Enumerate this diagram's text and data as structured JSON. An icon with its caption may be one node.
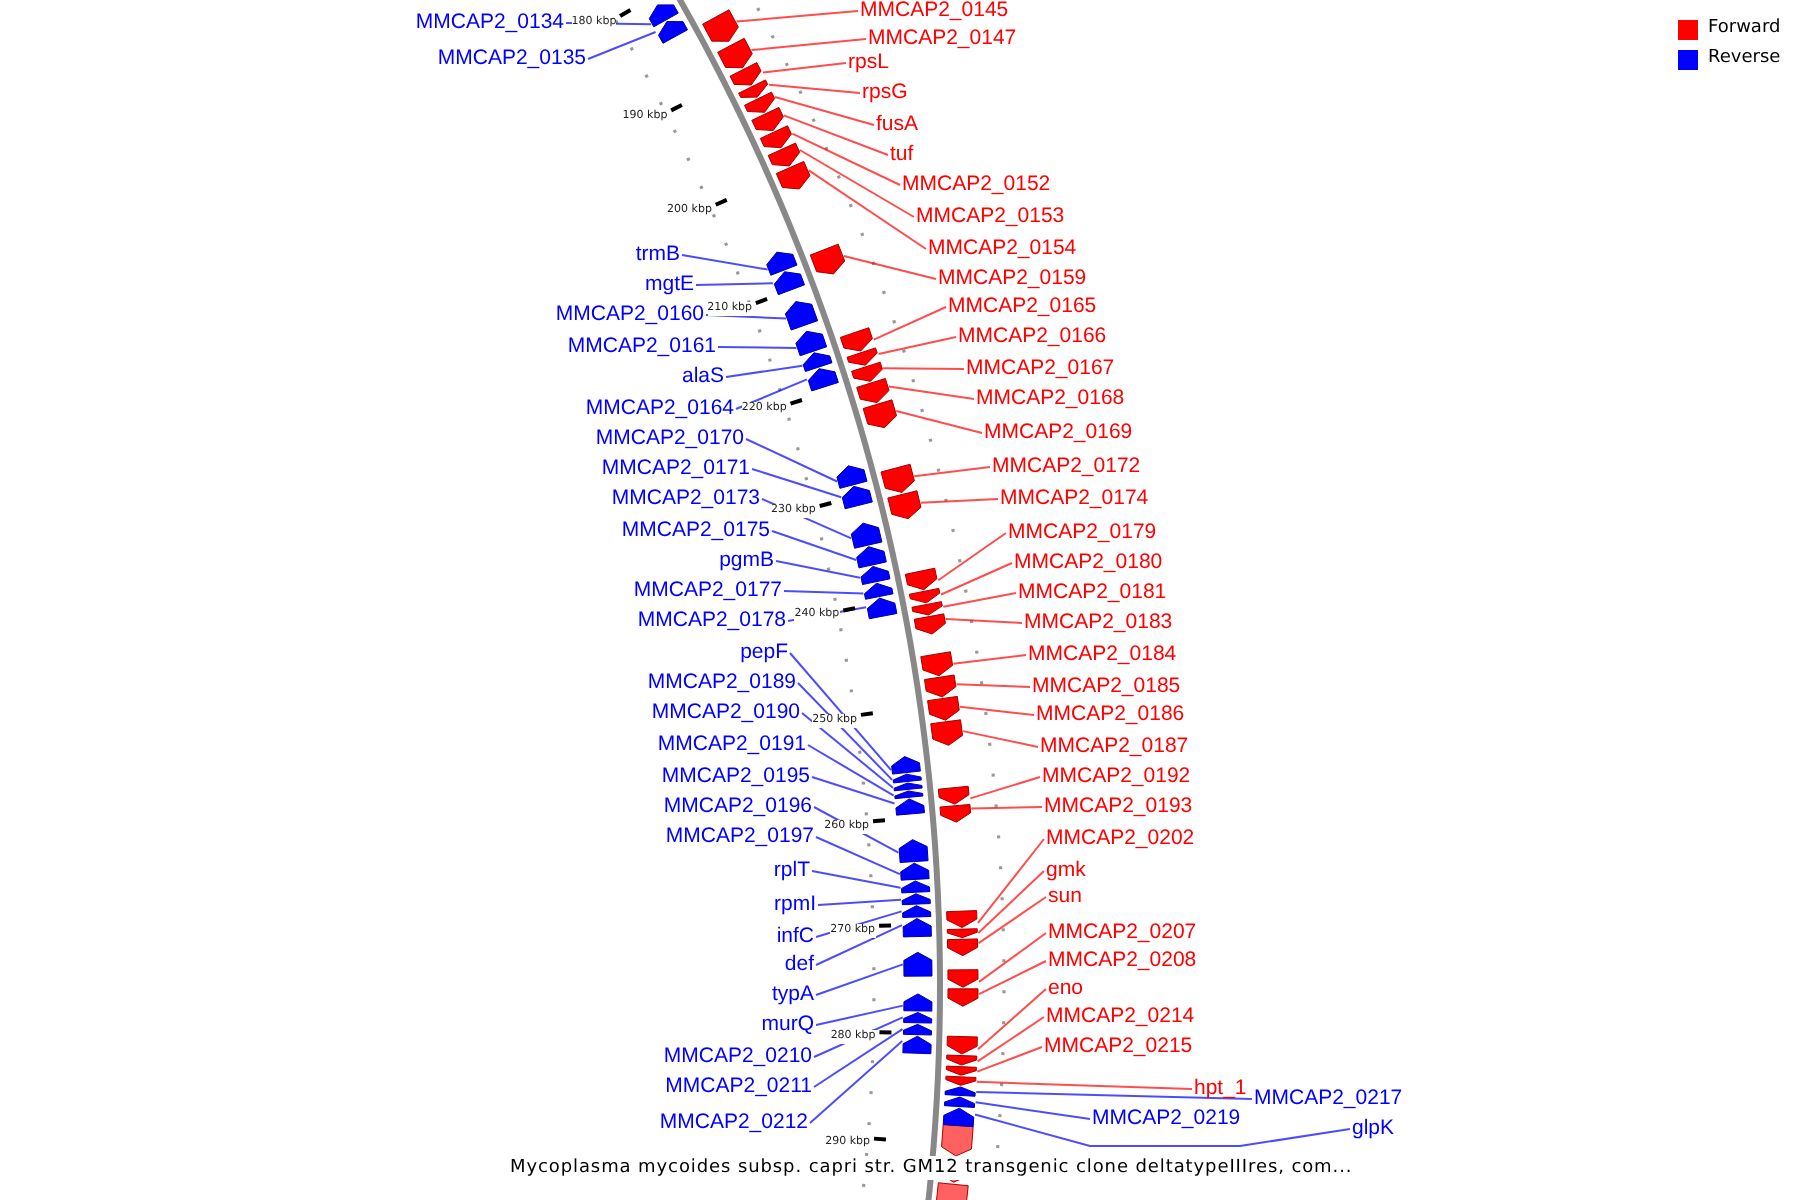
{
  "diagram": {
    "caption": "Mycoplasma mycoides subsp. capri str. GM12 transgenic clone deltatypeIIIres, com...",
    "nodes": [
      {
        "text": [
          "MMCAP2_0134"
        ]
      },
      {
        "text": [
          "MMCAP2_0135"
        ]
      },
      {
        "text": [
          "trmB"
        ]
      },
      {
        "text": [
          "mgtE"
        ]
      },
      {
        "text": [
          "MMCAP2_0160"
        ]
      },
      {
        "text": [
          "MMCAP2_0161"
        ]
      },
      {
        "text": [
          "alaS"
        ]
      },
      {
        "text": [
          "MMCAP2_0164"
        ]
      },
      {
        "text": [
          "MMCAP2_0170"
        ]
      },
      {
        "text": [
          "MMCAP2_0171"
        ]
      },
      {
        "text": [
          "MMCAP2_0173"
        ]
      },
      {
        "text": [
          "MMCAP2_0175"
        ]
      },
      {
        "text": [
          "pgmB"
        ]
      },
      {
        "text": [
          "MMCAP2_0177"
        ]
      },
      {
        "text": [
          "MMCAP2_0178"
        ]
      },
      {
        "text": [
          "pepF"
        ]
      },
      {
        "text": [
          "MMCAP2_0189"
        ]
      },
      {
        "text": [
          "MMCAP2_0190"
        ]
      },
      {
        "text": [
          "MMCAP2_0191"
        ]
      },
      {
        "text": [
          "MMCAP2_0195"
        ]
      },
      {
        "text": [
          "MMCAP2_0196"
        ]
      },
      {
        "text": [
          "MMCAP2_0197"
        ]
      },
      {
        "text": [
          "rplT"
        ]
      },
      {
        "text": [
          "rpmI"
        ]
      },
      {
        "text": [
          "infC"
        ]
      },
      {
        "text": [
          "def"
        ]
      },
      {
        "text": [
          "typA"
        ]
      },
      {
        "text": [
          "murQ"
        ]
      },
      {
        "text": [
          "MMCAP2_0210"
        ]
      },
      {
        "text": [
          "MMCAP2_0211"
        ]
      },
      {
        "text": [
          "MMCAP2_0212"
        ]
      },
      {
        "text": [
          "MMCAP2_0145"
        ]
      },
      {
        "text": [
          "MMCAP2_0147"
        ]
      },
      {
        "text": [
          "rpsL"
        ]
      },
      {
        "text": [
          "rpsG"
        ]
      },
      {
        "text": [
          "fusA"
        ]
      },
      {
        "text": [
          "tuf"
        ]
      },
      {
        "text": [
          "MMCAP2_0152"
        ]
      },
      {
        "text": [
          "MMCAP2_0153"
        ]
      },
      {
        "text": [
          "MMCAP2_0154"
        ]
      },
      {
        "text": [
          "MMCAP2_0159"
        ]
      },
      {
        "text": [
          "MMCAP2_0165"
        ]
      },
      {
        "text": [
          "MMCAP2_0166"
        ]
      },
      {
        "text": [
          "MMCAP2_0167"
        ]
      },
      {
        "text": [
          "MMCAP2_0168"
        ]
      },
      {
        "text": [
          "MMCAP2_0169"
        ]
      },
      {
        "text": [
          "MMCAP2_0172"
        ]
      },
      {
        "text": [
          "MMCAP2_0174"
        ]
      },
      {
        "text": [
          "MMCAP2_0179"
        ]
      },
      {
        "text": [
          "MMCAP2_0180"
        ]
      },
      {
        "text": [
          "MMCAP2_0181"
        ]
      },
      {
        "text": [
          "MMCAP2_0183"
        ]
      },
      {
        "text": [
          "MMCAP2_0184"
        ]
      },
      {
        "text": [
          "MMCAP2_0185"
        ]
      },
      {
        "text": [
          "MMCAP2_0186"
        ]
      },
      {
        "text": [
          "MMCAP2_0187"
        ]
      },
      {
        "text": [
          "MMCAP2_0192"
        ]
      },
      {
        "text": [
          "MMCAP2_0193"
        ]
      },
      {
        "text": [
          "MMCAP2_0202"
        ]
      },
      {
        "text": [
          "gmk"
        ]
      },
      {
        "text": [
          "sun"
        ]
      },
      {
        "text": [
          "MMCAP2_0207"
        ]
      },
      {
        "text": [
          "MMCAP2_0208"
        ]
      },
      {
        "text": [
          "eno"
        ]
      },
      {
        "text": [
          "MMCAP2_0214"
        ]
      },
      {
        "text": [
          "MMCAP2_0215"
        ]
      },
      {
        "text": [
          "hpt_1"
        ]
      },
      {
        "text": [
          "MMCAP2_0217"
        ]
      },
      {
        "text": [
          "MMCAP2_0219"
        ]
      },
      {
        "text": [
          "glpK"
        ]
      },
      {
        "text": [],
        "shape": "box"
      },
      {
        "text": [],
        "shape": "box"
      },
      {
        "text": [],
        "shape": "box"
      },
      {
        "text": [],
        "shape": "box"
      },
      {
        "text": [],
        "shape": "box"
      },
      {
        "text": [],
        "shape": "box"
      },
      {
        "text": [],
        "shape": "box"
      },
      {
        "text": [],
        "shape": "box"
      },
      {
        "text": [],
        "shape": "box"
      },
      {
        "text": [],
        "shape": "box"
      },
      {
        "text": [],
        "shape": "box"
      },
      {
        "text": [],
        "shape": "box"
      },
      {
        "text": [],
        "shape": "box"
      },
      {
        "text": [],
        "shape": "box"
      },
      {
        "text": [],
        "shape": "box"
      },
      {
        "text": [],
        "shape": "box"
      },
      {
        "text": [],
        "shape": "box"
      },
      {
        "text": [],
        "shape": "box"
      },
      {
        "text": [],
        "shape": "box"
      },
      {
        "text": [],
        "shape": "box"
      },
      {
        "text": [],
        "shape": "box"
      },
      {
        "text": [],
        "shape": "box"
      },
      {
        "text": [],
        "shape": "box"
      },
      {
        "text": [],
        "shape": "box"
      },
      {
        "text": [],
        "shape": "box"
      },
      {
        "text": [],
        "shape": "box"
      },
      {
        "text": [],
        "shape": "box"
      },
      {
        "text": [],
        "shape": "box"
      },
      {
        "text": [],
        "shape": "box"
      },
      {
        "text": [],
        "shape": "box"
      },
      {
        "text": [],
        "shape": "box"
      },
      {
        "text": [],
        "shape": "box"
      },
      {
        "text": [],
        "shape": "box"
      },
      {
        "text": [],
        "shape": "box"
      },
      {
        "text": [],
        "shape": "box"
      },
      {
        "text": [],
        "shape": "box"
      },
      {
        "text": [],
        "shape": "box"
      },
      {
        "text": [],
        "shape": "box"
      },
      {
        "text": [],
        "shape": "box"
      },
      {
        "text": [],
        "shape": "box"
      },
      {
        "text": [],
        "shape": "box"
      },
      {
        "text": [],
        "shape": "box"
      },
      {
        "text": [],
        "shape": "box"
      },
      {
        "text": [],
        "shape": "box"
      },
      {
        "text": [],
        "shape": "box"
      },
      {
        "text": [],
        "shape": "box"
      },
      {
        "text": [],
        "shape": "box"
      },
      {
        "text": [],
        "shape": "box"
      },
      {
        "text": [],
        "shape": "box"
      },
      {
        "text": [],
        "shape": "box"
      },
      {
        "text": [],
        "shape": "box"
      },
      {
        "text": [],
        "shape": "box"
      },
      {
        "text": [],
        "shape": "box"
      },
      {
        "text": [],
        "shape": "box"
      },
      {
        "text": [],
        "shape": "box"
      },
      {
        "text": [],
        "shape": "box"
      },
      {
        "text": [],
        "shape": "box"
      },
      {
        "text": [],
        "shape": "box"
      },
      {
        "text": [],
        "shape": "box"
      },
      {
        "text": [],
        "shape": "box"
      },
      {
        "text": [],
        "shape": "box"
      },
      {
        "text": [],
        "shape": "box"
      },
      {
        "text": [],
        "shape": "box"
      },
      {
        "text": [],
        "shape": "box"
      },
      {
        "text": [],
        "shape": "box"
      },
      {
        "text": [],
        "shape": "box"
      },
      {
        "text": [],
        "shape": "box"
      },
      {
        "text": [],
        "shape": "box"
      },
      {
        "text": [],
        "shape": "box"
      },
      {
        "text": [],
        "shape": "box"
      }
    ],
    "edges": [
      {
        "from": 0,
        "to": 70,
        "arrow": "none",
        "color": "#0000ff"
      },
      {
        "from": 1,
        "to": 71,
        "arrow": "none",
        "color": "#0000ff"
      },
      {
        "from": 2,
        "to": 72,
        "arrow": "none",
        "color": "#0000ff"
      },
      {
        "from": 3,
        "to": 73,
        "arrow": "none",
        "color": "#0000ff"
      },
      {
        "from": 4,
        "to": 74,
        "arrow": "none",
        "color": "#0000ff"
      },
      {
        "from": 5,
        "to": 75,
        "arrow": "none",
        "color": "#0000ff"
      },
      {
        "from": 6,
        "to": 76,
        "arrow": "none",
        "color": "#0000ff"
      },
      {
        "from": 7,
        "to": 77,
        "arrow": "none",
        "color": "#0000ff"
      },
      {
        "from": 8,
        "to": 78,
        "arrow": "none",
        "color": "#0000ff"
      },
      {
        "from": 9,
        "to": 79,
        "arrow": "none",
        "color": "#0000ff"
      },
      {
        "from": 10,
        "to": 80,
        "arrow": "none",
        "color": "#0000ff"
      },
      {
        "from": 11,
        "to": 81,
        "arrow": "none",
        "color": "#0000ff"
      },
      {
        "from": 12,
        "to": 82,
        "arrow": "none",
        "color": "#0000ff"
      },
      {
        "from": 13,
        "to": 83,
        "arrow": "none",
        "color": "#0000ff"
      },
      {
        "from": 14,
        "to": 84,
        "arrow": "none",
        "color": "#0000ff"
      },
      {
        "from": 15,
        "to": 85,
        "arrow": "none",
        "color": "#0000ff"
      },
      {
        "from": 16,
        "to": 86,
        "arrow": "none",
        "color": "#0000ff"
      },
      {
        "from": 17,
        "to": 87,
        "arrow": "none",
        "color": "#0000ff"
      },
      {
        "from": 18,
        "to": 88,
        "arrow": "none",
        "color": "#0000ff"
      },
      {
        "from": 19,
        "to": 89,
        "arrow": "none",
        "color": "#0000ff"
      },
      {
        "from": 20,
        "to": 90,
        "arrow": "none",
        "color": "#0000ff"
      },
      {
        "from": 21,
        "to": 91,
        "arrow": "none",
        "color": "#0000ff"
      },
      {
        "from": 22,
        "to": 92,
        "arrow": "none",
        "color": "#0000ff"
      },
      {
        "from": 23,
        "to": 93,
        "arrow": "none",
        "color": "#0000ff"
      },
      {
        "from": 24,
        "to": 94,
        "arrow": "none",
        "color": "#0000ff"
      },
      {
        "from": 25,
        "to": 95,
        "arrow": "none",
        "color": "#0000ff"
      },
      {
        "from": 26,
        "to": 96,
        "arrow": "none",
        "color": "#0000ff"
      },
      {
        "from": 27,
        "to": 97,
        "arrow": "none",
        "color": "#0000ff"
      },
      {
        "from": 28,
        "to": 98,
        "arrow": "none",
        "color": "#0000ff"
      },
      {
        "from": 29,
        "to": 99,
        "arrow": "none",
        "color": "#0000ff"
      },
      {
        "from": 30,
        "to": 100,
        "arrow": "none",
        "color": "#0000ff"
      },
      {
        "from": 31,
        "to": 101,
        "arrow": "none"
      },
      {
        "from": 32,
        "to": 102,
        "arrow": "none"
      },
      {
        "from": 33,
        "to": 103,
        "arrow": "none"
      },
      {
        "from": 34,
        "to": 104,
        "arrow": "none"
      },
      {
        "from": 35,
        "to": 105,
        "arrow": "none"
      },
      {
        "from": 36,
        "to": 106,
        "arrow": "none"
      },
      {
        "from": 37,
        "to": 107,
        "arrow": "none"
      },
      {
        "from": 38,
        "to": 108,
        "arrow": "none"
      },
      {
        "from": 39,
        "to": 109,
        "arrow": "none"
      },
      {
        "from": 40,
        "to": 110,
        "arrow": "none"
      },
      {
        "from": 41,
        "to": 111,
        "arrow": "none"
      },
      {
        "from": 42,
        "to": 112,
        "arrow": "none"
      },
      {
        "from": 43,
        "to": 113,
        "arrow": "none"
      },
      {
        "from": 44,
        "to": 114,
        "arrow": "none"
      },
      {
        "from": 45,
        "to": 115,
        "arrow": "none"
      },
      {
        "from": 46,
        "to": 116,
        "arrow": "none"
      },
      {
        "from": 47,
        "to": 117,
        "arrow": "none"
      },
      {
        "from": 48,
        "to": 118,
        "arrow": "none"
      },
      {
        "from": 49,
        "to": 119,
        "arrow": "none"
      },
      {
        "from": 50,
        "to": 120,
        "arrow": "none"
      },
      {
        "from": 51,
        "to": 121,
        "arrow": "none"
      },
      {
        "from": 52,
        "to": 122,
        "arrow": "none"
      },
      {
        "from": 53,
        "to": 123,
        "arrow": "none"
      },
      {
        "from": 54,
        "to": 124,
        "arrow": "none"
      },
      {
        "from": 55,
        "to": 125,
        "arrow": "none"
      },
      {
        "from": 56,
        "to": 126,
        "arrow": "none"
      },
      {
        "from": 57,
        "to": 127,
        "arrow": "none"
      },
      {
        "from": 58,
        "to": 128,
        "arrow": "none"
      },
      {
        "from": 59,
        "to": 129,
        "arrow": "none"
      },
      {
        "from": 60,
        "to": 130,
        "arrow": "none"
      },
      {
        "from": 61,
        "to": 131,
        "arrow": "none"
      },
      {
        "from": 62,
        "to": 132,
        "arrow": "none"
      },
      {
        "from": 63,
        "to": 133,
        "arrow": "none"
      },
      {
        "from": 64,
        "to": 134,
        "arrow": "none"
      },
      {
        "from": 65,
        "to": 135,
        "arrow": "none"
      },
      {
        "from": 66,
        "to": 136,
        "arrow": "none"
      },
      {
        "from": 67,
        "to": 137,
        "arrow": "none",
        "color": "#0000ff"
      },
      {
        "from": 68,
        "to": 138,
        "arrow": "none",
        "color": "#0000ff"
      },
      {
        "from": 69,
        "to": 139,
        "arrow": "none",
        "color": "#0000ff"
      }
    ],
    "labels": [
      "180 kbp",
      "190 kbp",
      "200 kbp",
      "210 kbp",
      "220 kbp",
      "230 kbp",
      "240 kbp",
      "250 kbp",
      "260 kbp",
      "270 kbp",
      "280 kbp",
      "290 kbp"
    ],
    "legend": [
      {
        "text": "Forward",
        "color": "#ff0000"
      },
      {
        "text": "Reverse",
        "color": "#0000ff"
      }
    ]
  }
}
